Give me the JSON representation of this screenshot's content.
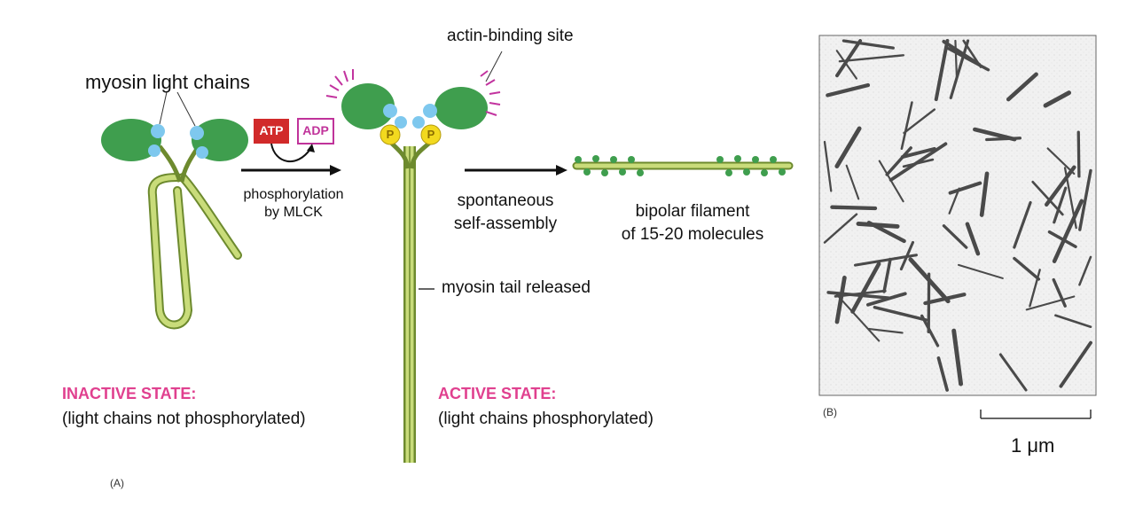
{
  "panel_a": {
    "label": "(A)",
    "myosin_light_chains": "myosin light chains",
    "actin_binding_site": "actin-binding site",
    "atp": "ATP",
    "adp": "ADP",
    "phosphorylation_line1": "phosphorylation",
    "phosphorylation_line2": "by MLCK",
    "phosphate": "P",
    "self_assembly_line1": "spontaneous",
    "self_assembly_line2": "self-assembly",
    "bipolar_line1": "bipolar filament",
    "bipolar_line2": "of 15-20 molecules",
    "tail_released": "myosin tail released",
    "inactive_title": "INACTIVE STATE:",
    "inactive_desc": "(light chains not phosphorylated)",
    "active_title": "ACTIVE STATE:",
    "active_desc": "(light chains phosphorylated)"
  },
  "panel_b": {
    "label": "(B)",
    "scale_bar": "1 μm"
  },
  "colors": {
    "head_green": "#3f9e4e",
    "light_chain_blue": "#7ec8ee",
    "tail_fill": "#c9dc7a",
    "tail_stroke": "#6d8a2e",
    "atp_red": "#d12a2a",
    "adp_magenta": "#c0339a",
    "phosphate_yellow": "#f2d91f",
    "state_pink": "#e0408f",
    "spark_magenta": "#c2339f"
  }
}
